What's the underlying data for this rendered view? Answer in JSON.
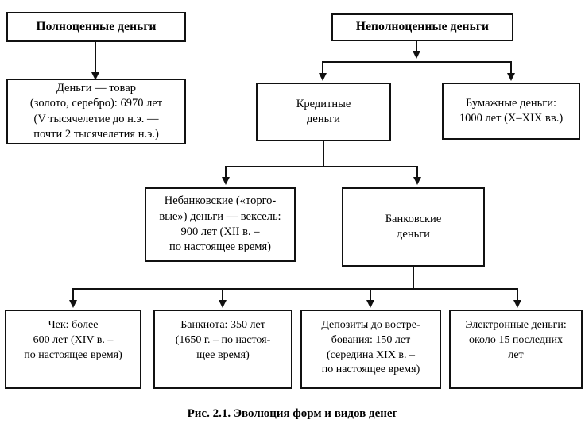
{
  "figure": {
    "caption": "Рис. 2.1. Эволюция форм и видов денег"
  },
  "diagram": {
    "type": "flowchart",
    "orientation": "top-down",
    "nodes": {
      "full_money": {
        "label": "Полноценные деньги",
        "role": "root-left"
      },
      "commodity_money": {
        "label": "Деньги — товар\n(золото, серебро): 6970 лет\n(V тысячелетие до н.э. —\nпочти 2 тысячелетия н.э.)",
        "role": "leaf"
      },
      "inferior_money": {
        "label": "Неполноценные деньги",
        "role": "root-right"
      },
      "credit_money": {
        "label": "Кредитные\nденьги",
        "role": "branch"
      },
      "paper_money": {
        "label": "Бумажные деньги:\n1000 лет (X–XIX вв.)",
        "role": "leaf"
      },
      "nonbank_money": {
        "label": "Небанковские («торго-\nвые») деньги — вексель:\n900 лет  (XII в. –\nпо настоящее время)",
        "role": "leaf"
      },
      "bank_money": {
        "label": "Банковские\nденьги",
        "role": "branch"
      },
      "cheque": {
        "label": "Чек: более\n600 лет (XIV в. –\nпо настоящее время)",
        "role": "leaf"
      },
      "banknote": {
        "label": "Банкнота: 350 лет\n(1650 г. – по настоя-\nщее время)",
        "role": "leaf"
      },
      "demand_deposits": {
        "label": "Депозиты до востре-\nбования: 150 лет\n(середина XIX в. –\nпо настоящее время)",
        "role": "leaf"
      },
      "electronic_money": {
        "label": "Электронные деньги:\nоколо 15 последних\nлет",
        "role": "leaf"
      }
    },
    "edges": [
      {
        "from": "full_money",
        "to": "commodity_money"
      },
      {
        "from": "inferior_money",
        "to": "credit_money"
      },
      {
        "from": "inferior_money",
        "to": "paper_money"
      },
      {
        "from": "credit_money",
        "to": "nonbank_money"
      },
      {
        "from": "credit_money",
        "to": "bank_money"
      },
      {
        "from": "bank_money",
        "to": "cheque"
      },
      {
        "from": "bank_money",
        "to": "banknote"
      },
      {
        "from": "bank_money",
        "to": "demand_deposits"
      },
      {
        "from": "bank_money",
        "to": "electronic_money"
      }
    ]
  },
  "colors": {
    "stroke": "#111111",
    "background": "#ffffff",
    "text": "#000000"
  }
}
